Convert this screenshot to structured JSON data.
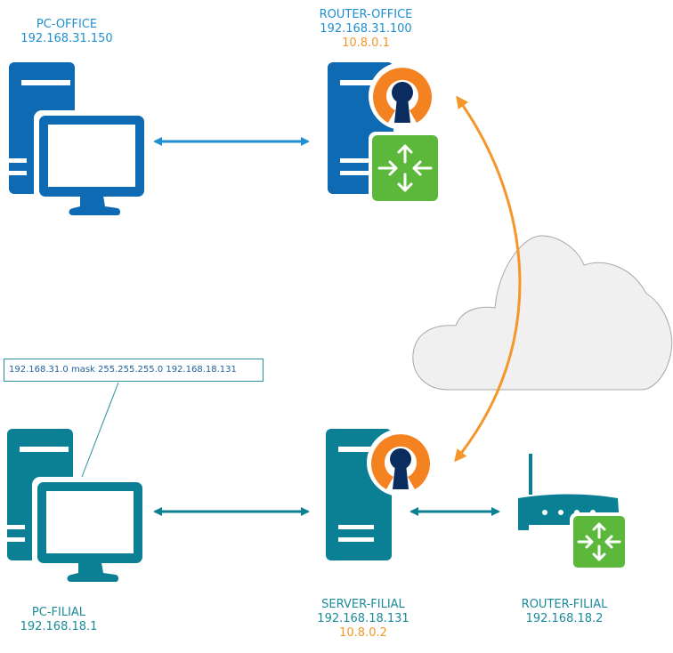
{
  "nodes": {
    "pc_office": {
      "name": "PC-OFFICE",
      "ip": "192.168.31.150"
    },
    "router_office": {
      "name": "ROUTER-OFFICE",
      "ip": "192.168.31.100",
      "vpn_ip": "10.8.0.1"
    },
    "pc_filial": {
      "name": "PC-FILIAL",
      "ip": "192.168.18.1"
    },
    "server_filial": {
      "name": "SERVER-FILIAL",
      "ip": "192.168.18.131",
      "vpn_ip": "10.8.0.2"
    },
    "router_filial": {
      "name": "ROUTER-FILIAL",
      "ip": "192.168.18.2"
    }
  },
  "note": {
    "text": "192.168.31.0 mask 255.255.255.0 192.168.18.131"
  },
  "colors": {
    "office_blue": "#0f6ab4",
    "filial_teal": "#0b7f93",
    "vpn_orange": "#f5962a",
    "openvpn_orange": "#f58220",
    "openvpn_navy": "#0b2c5e",
    "router_green": "#5cb83a",
    "cloud_fill": "#f0f0f0"
  }
}
